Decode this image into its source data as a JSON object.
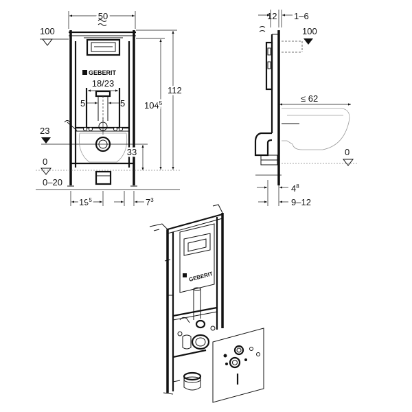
{
  "brand": "GEBERIT",
  "front_view": {
    "width": "50",
    "reference_level": "100",
    "height_total": "112",
    "height_frame_main": "104",
    "height_frame_sup": "5",
    "flush_pipe": "18/23",
    "pipe_offset_left": "5",
    "pipe_offset_right": "5",
    "supply_height": "23",
    "drain_height": "33",
    "floor_level": "0",
    "floor_range": "0–20",
    "offset_left_main": "19",
    "offset_left_sup": "5",
    "offset_right_main": "7",
    "offset_right_sup": "3"
  },
  "side_view": {
    "depth_frame": "12",
    "depth_range": "1–6",
    "reference_level": "100",
    "bowl_projection": "≤ 62",
    "floor_level": "0",
    "drain_offset_main": "4",
    "drain_offset_sup": "8",
    "drain_range": "9–12"
  },
  "colors": {
    "line": "#111111",
    "background": "#ffffff",
    "hidden_line": "#9a9a9a"
  }
}
